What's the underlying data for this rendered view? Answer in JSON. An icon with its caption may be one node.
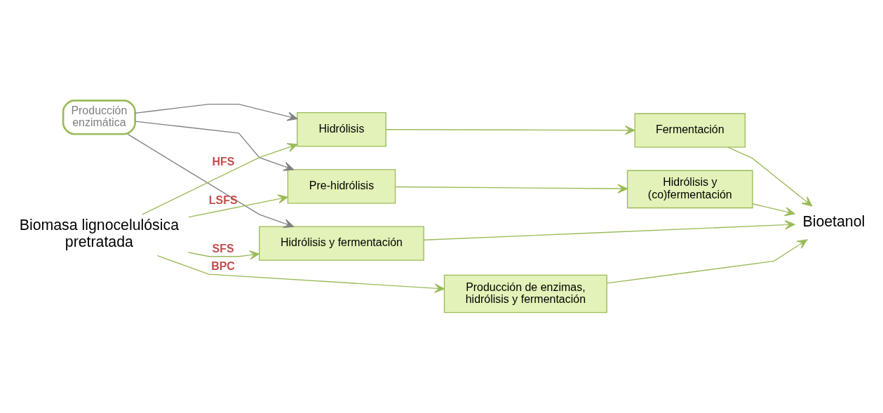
{
  "diagram": {
    "nodes": [
      {
        "text": [
          "Producción enzimática"
        ]
      },
      {
        "text": [
          "Biomasa lignocelulósica pretratada"
        ]
      },
      {
        "text": [
          "Hidrólisis"
        ]
      },
      {
        "text": [
          "Fermentación"
        ]
      },
      {
        "text": [
          "Hidrólisis y fermentación"
        ]
      },
      {
        "text": [
          "Pre-hidrólisis"
        ]
      },
      {
        "text": [
          "Hidrólisis y (co)fermentación"
        ]
      },
      {
        "text": [
          "Producción de enzimas, hidrólisis y fermentación"
        ]
      },
      {
        "text": [
          "Bioetanol"
        ]
      }
    ],
    "edges": [
      {
        "from": 0,
        "to": 2,
        "arrow": "to",
        "color": "#808080"
      },
      {
        "from": 0,
        "to": 4,
        "arrow": "to",
        "color": "#808080"
      },
      {
        "from": 0,
        "to": 5,
        "arrow": "to",
        "color": "#808080"
      },
      {
        "from": 1,
        "to": 2,
        "arrow": "to",
        "label": "HFS"
      },
      {
        "from": 1,
        "to": 4,
        "arrow": "to",
        "label": "SFS"
      },
      {
        "from": 1,
        "to": 5,
        "arrow": "to",
        "label": "LSFS"
      },
      {
        "from": 1,
        "to": 7,
        "arrow": "to",
        "label": "BPC"
      },
      {
        "from": 2,
        "to": 3,
        "arrow": "to"
      },
      {
        "from": 5,
        "to": 6,
        "arrow": "to"
      },
      {
        "from": 3,
        "to": 8,
        "arrow": "to"
      },
      {
        "from": 4,
        "to": 8,
        "arrow": "to"
      },
      {
        "from": 6,
        "to": 8,
        "arrow": "to"
      },
      {
        "from": 7,
        "to": 8,
        "arrow": "to"
      }
    ]
  }
}
